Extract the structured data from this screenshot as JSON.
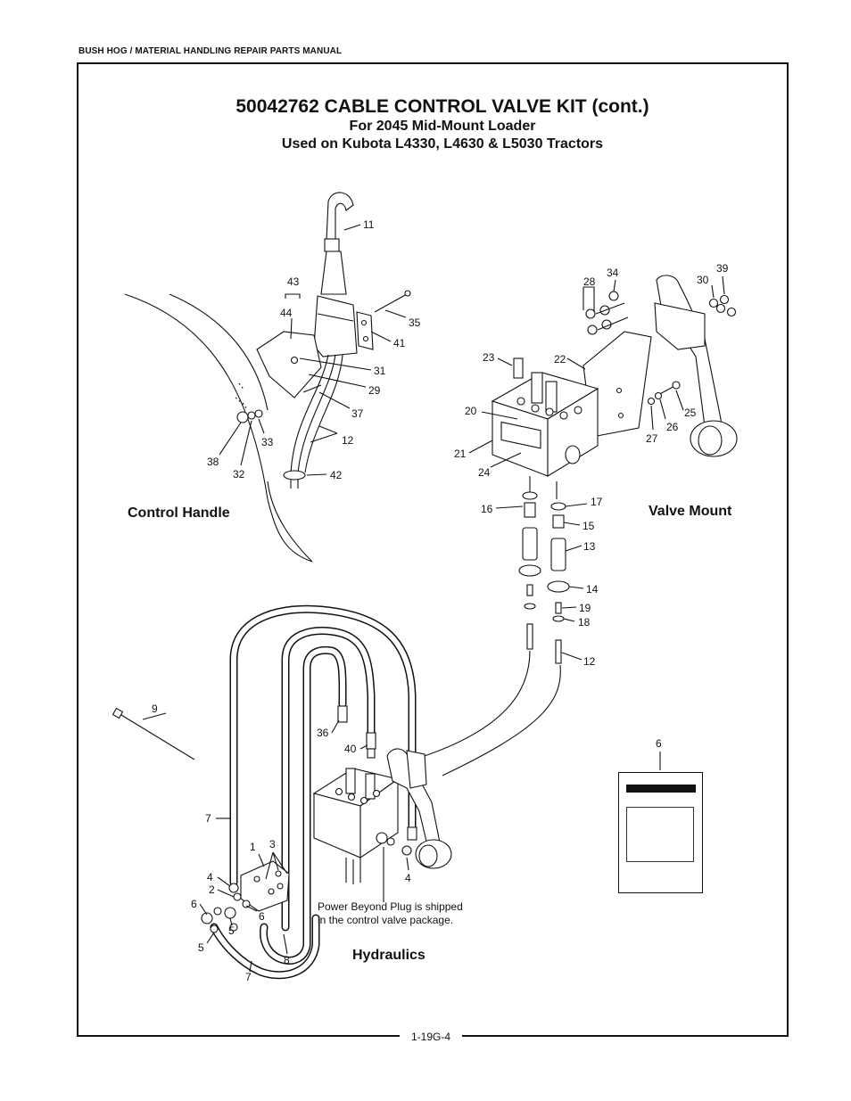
{
  "header": {
    "manual": "BUSH HOG / MATERIAL HANDLING REPAIR PARTS MANUAL"
  },
  "title": {
    "main": "50042762 CABLE CONTROL VALVE KIT (cont.)",
    "line2": "For 2045 Mid-Mount Loader",
    "line3": "Used on Kubota L4330, L4630 & L5030 Tractors"
  },
  "sections": {
    "control_handle": "Control Handle",
    "valve_mount": "Valve Mount",
    "hydraulics": "Hydraulics"
  },
  "note": {
    "line1": "Power Beyond Plug is shipped",
    "line2": "in the control valve package."
  },
  "page_number": "1-19G-4",
  "callouts": {
    "c11": "11",
    "c43": "43",
    "c44": "44",
    "c35": "35",
    "c41": "41",
    "c31": "31",
    "c29": "29",
    "c37": "37",
    "c12a": "12",
    "c33": "33",
    "c38": "38",
    "c32": "32",
    "c42": "42",
    "c28": "28",
    "c34": "34",
    "c30": "30",
    "c39": "39",
    "c23": "23",
    "c22": "22",
    "c20": "20",
    "c21": "21",
    "c24": "24",
    "c25": "25",
    "c26": "26",
    "c27": "27",
    "c16": "16",
    "c17": "17",
    "c15": "15",
    "c13": "13",
    "c14": "14",
    "c19": "19",
    "c18": "18",
    "c12b": "12",
    "c9": "9",
    "c36": "36",
    "c40": "40",
    "c6a": "6",
    "c7a": "7",
    "c1": "1",
    "c3": "3",
    "c4a": "4",
    "c2": "2",
    "c6b": "6",
    "c6c": "6",
    "c5a": "5",
    "c5b": "5",
    "c8": "8",
    "c7b": "7",
    "c4b": "4"
  },
  "colors": {
    "ink": "#111111",
    "paper": "#ffffff"
  }
}
